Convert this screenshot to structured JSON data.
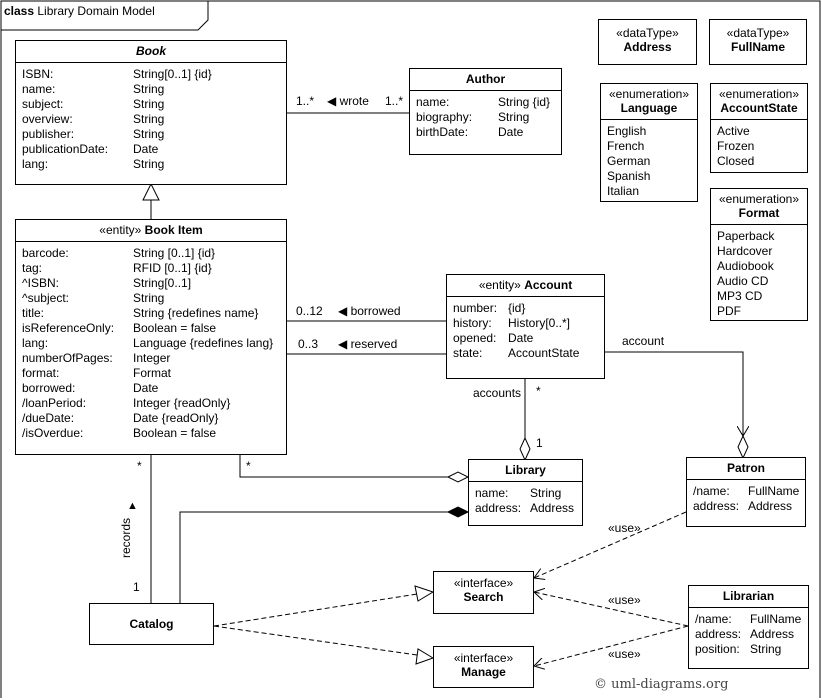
{
  "frame": {
    "keyword": "class",
    "title": "Library Domain Model"
  },
  "book": {
    "name": "Book",
    "attributes": [
      {
        "name": "ISBN:",
        "type": "String[0..1] {id}"
      },
      {
        "name": "name:",
        "type": "String"
      },
      {
        "name": "subject:",
        "type": "String"
      },
      {
        "name": "overview:",
        "type": "String"
      },
      {
        "name": "publisher:",
        "type": "String"
      },
      {
        "name": "publicationDate:",
        "type": "Date"
      },
      {
        "name": "lang:",
        "type": "String"
      }
    ]
  },
  "author": {
    "name": "Author",
    "attributes": [
      {
        "name": "name:",
        "type": "String {id}"
      },
      {
        "name": "biography:",
        "type": "String"
      },
      {
        "name": "birthDate:",
        "type": "Date"
      }
    ]
  },
  "bookitem": {
    "stereotype": "«entity»",
    "name": "Book Item",
    "attributes": [
      {
        "name": "barcode:",
        "type": "String [0..1] {id}"
      },
      {
        "name": "tag:",
        "type": "RFID [0..1] {id}"
      },
      {
        "name": "^ISBN:",
        "type": "String[0..1]"
      },
      {
        "name": "^subject:",
        "type": "String"
      },
      {
        "name": "title:",
        "type": "String {redefines name}"
      },
      {
        "name": "isReferenceOnly:",
        "type": "Boolean = false"
      },
      {
        "name": "lang:",
        "type": "Language {redefines lang}"
      },
      {
        "name": "numberOfPages:",
        "type": "Integer"
      },
      {
        "name": "format:",
        "type": "Format"
      },
      {
        "name": "borrowed:",
        "type": "Date"
      },
      {
        "name": "/loanPeriod:",
        "type": "Integer {readOnly}"
      },
      {
        "name": "/dueDate:",
        "type": "Date {readOnly}"
      },
      {
        "name": "/isOverdue:",
        "type": "Boolean = false"
      }
    ]
  },
  "account": {
    "stereotype": "«entity»",
    "name": "Account",
    "attributes": [
      {
        "name": "number:",
        "type": "{id}"
      },
      {
        "name": "history:",
        "type": "History[0..*]"
      },
      {
        "name": "opened:",
        "type": "Date"
      },
      {
        "name": "state:",
        "type": "AccountState"
      }
    ]
  },
  "library": {
    "name": "Library",
    "attributes": [
      {
        "name": "name:",
        "type": "String"
      },
      {
        "name": "address:",
        "type": "Address"
      }
    ]
  },
  "patron": {
    "name": "Patron",
    "attributes": [
      {
        "name": "/name:",
        "type": "FullName"
      },
      {
        "name": "address:",
        "type": "Address"
      }
    ]
  },
  "librarian": {
    "name": "Librarian",
    "attributes": [
      {
        "name": "/name:",
        "type": "FullName"
      },
      {
        "name": "address:",
        "type": "Address"
      },
      {
        "name": "position:",
        "type": "String"
      }
    ]
  },
  "catalog": {
    "name": "Catalog"
  },
  "search": {
    "stereotype": "«interface»",
    "name": "Search"
  },
  "manage": {
    "stereotype": "«interface»",
    "name": "Manage"
  },
  "dt_address": {
    "stereotype": "«dataType»",
    "name": "Address"
  },
  "dt_fullname": {
    "stereotype": "«dataType»",
    "name": "FullName"
  },
  "en_language": {
    "stereotype": "«enumeration»",
    "name": "Language",
    "literals": [
      "English",
      "French",
      "German",
      "Spanish",
      "Italian"
    ]
  },
  "en_accountstate": {
    "stereotype": "«enumeration»",
    "name": "AccountState",
    "literals": [
      "Active",
      "Frozen",
      "Closed"
    ]
  },
  "en_format": {
    "stereotype": "«enumeration»",
    "name": "Format",
    "literals": [
      "Paperback",
      "Hardcover",
      "Audiobook",
      "Audio CD",
      "MP3 CD",
      "PDF"
    ]
  },
  "labels": {
    "wrote_mult_book": "1..*",
    "wrote": "◀  wrote",
    "wrote_mult_author": "1..*",
    "borrowed_mult": "0..12",
    "borrowed": "◀  borrowed",
    "reserved_mult": "0..3",
    "reserved": "◀  reserved",
    "account_role": "account",
    "accounts_role": "accounts",
    "accounts_star": "*",
    "library_one": "1",
    "bookitem_star_left": "*",
    "bookitem_star_right": "*",
    "records": "records",
    "records_arrow": "▲",
    "catalog_one": "1",
    "use_patron": "«use»",
    "use_librarian_search": "«use»",
    "use_librarian_manage": "«use»"
  },
  "copyright": "© uml-diagrams.org"
}
